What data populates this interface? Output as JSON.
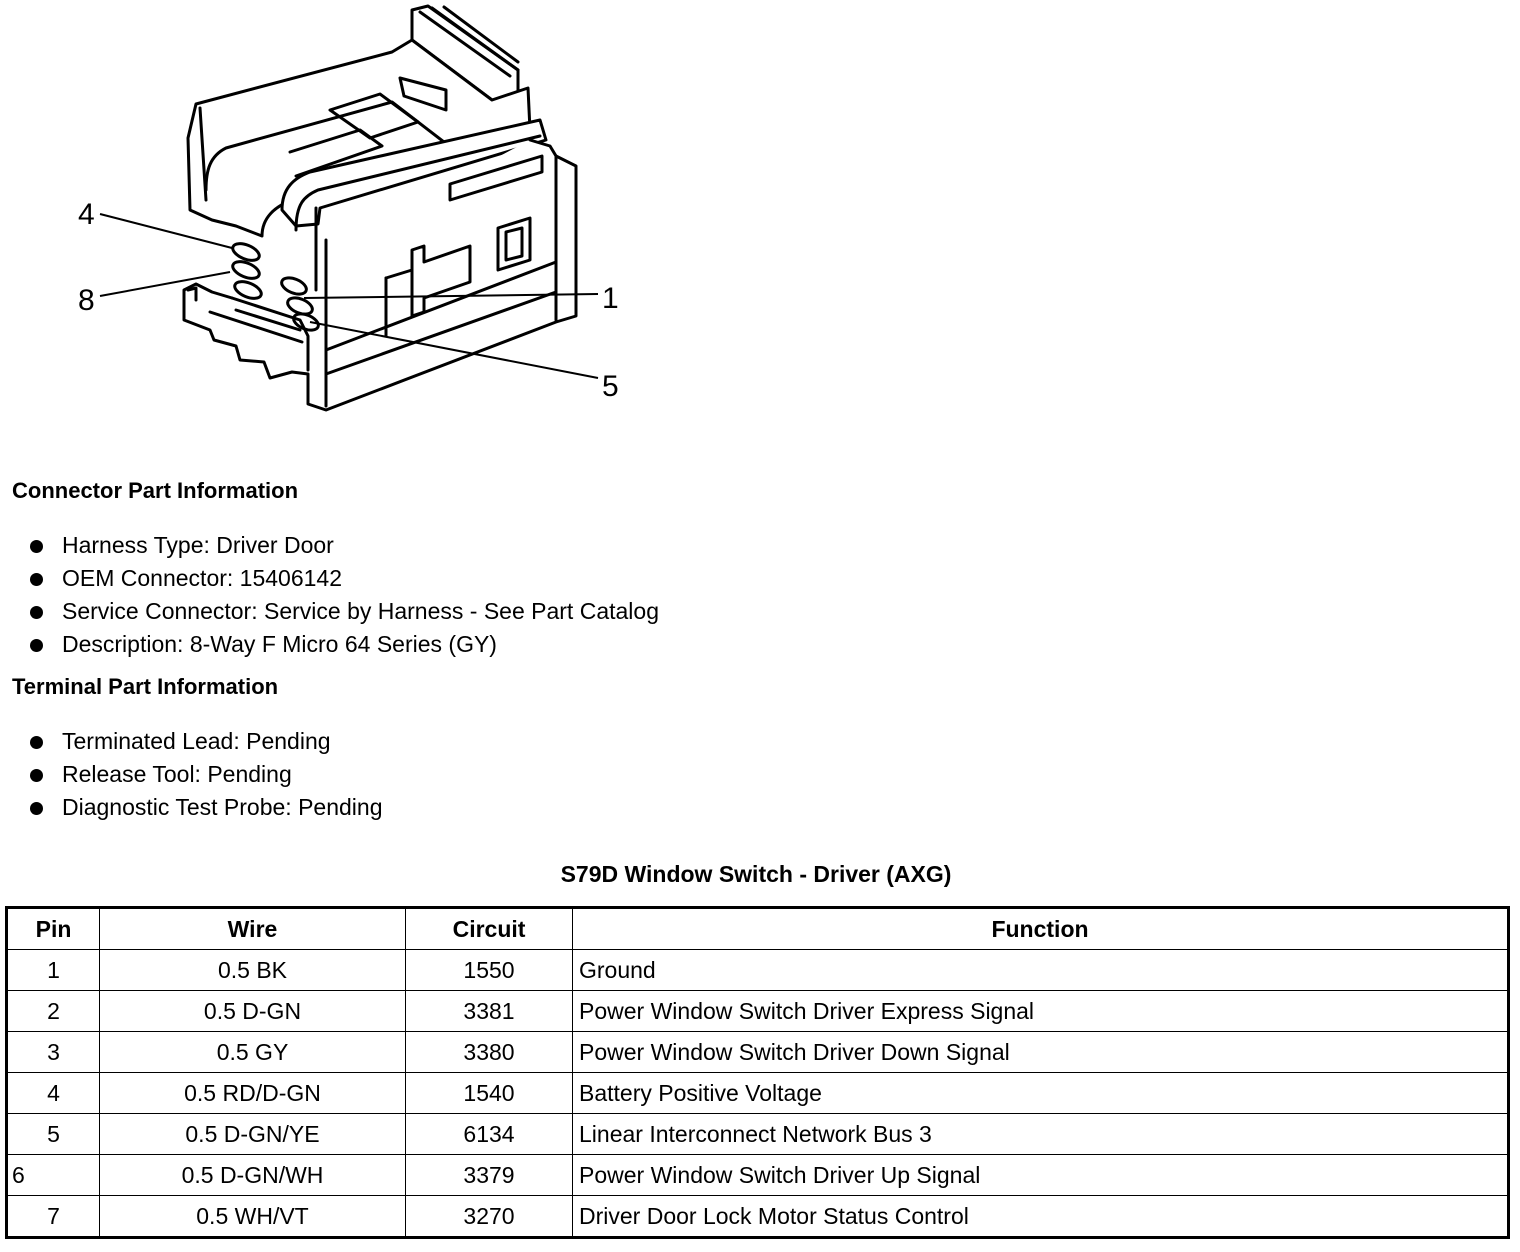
{
  "diagram": {
    "pin_callouts": [
      "4",
      "8",
      "1",
      "5"
    ]
  },
  "connector_info": {
    "heading": "Connector Part Information",
    "items": [
      "Harness Type: Driver Door",
      "OEM Connector: 15406142",
      "Service Connector: Service by Harness - See Part Catalog",
      "Description: 8-Way F Micro 64 Series (GY)"
    ]
  },
  "terminal_info": {
    "heading": "Terminal Part Information",
    "items": [
      "Terminated Lead: Pending",
      "Release Tool: Pending",
      "Diagnostic Test Probe: Pending"
    ]
  },
  "pin_table": {
    "title": "S79D Window Switch - Driver (AXG)",
    "headers": [
      "Pin",
      "Wire",
      "Circuit",
      "Function"
    ],
    "rows": [
      [
        "1",
        "0.5 BK",
        "1550",
        "Ground"
      ],
      [
        "2",
        "0.5 D-GN",
        "3381",
        "Power Window Switch Driver Express Signal"
      ],
      [
        "3",
        "0.5 GY",
        "3380",
        "Power Window Switch Driver Down Signal"
      ],
      [
        "4",
        "0.5 RD/D-GN",
        "1540",
        "Battery Positive Voltage"
      ],
      [
        "5",
        "0.5 D-GN/YE",
        "6134",
        "Linear Interconnect Network Bus 3"
      ],
      [
        "6",
        "0.5 D-GN/WH",
        "3379",
        "Power Window Switch Driver Up Signal"
      ],
      [
        "7",
        "0.5 WH/VT",
        "3270",
        "Driver Door Lock Motor Status Control"
      ]
    ]
  }
}
